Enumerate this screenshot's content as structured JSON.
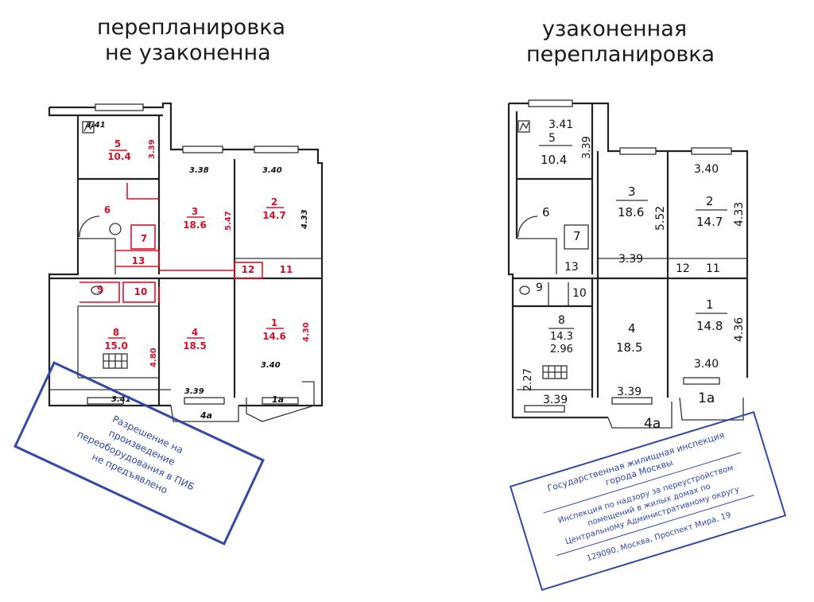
{
  "headings": {
    "left_line1": "перепланировка",
    "left_line2": "не узаконенна",
    "right_line1": "узаконенная",
    "right_line2": "перепланировка"
  },
  "left_plan": {
    "rooms": [
      {
        "num": "5",
        "area": "10.4"
      },
      {
        "num": "6",
        "area": ""
      },
      {
        "num": "7",
        "area": ""
      },
      {
        "num": "13",
        "area": ""
      },
      {
        "num": "3",
        "area": "18.6"
      },
      {
        "num": "2",
        "area": "14.7"
      },
      {
        "num": "12",
        "area": ""
      },
      {
        "num": "11",
        "area": ""
      },
      {
        "num": "9",
        "area": ""
      },
      {
        "num": "10",
        "area": ""
      },
      {
        "num": "8",
        "area": "15.0"
      },
      {
        "num": "4",
        "area": "18.5"
      },
      {
        "num": "1",
        "area": "14.6"
      }
    ],
    "red_dims": {
      "d1": "3.39",
      "d2": "5.47",
      "d3": "4.80",
      "d4": "4.30"
    },
    "black_dims": {
      "d1": "3.41",
      "d2": "3.38",
      "d3": "3.40",
      "d4": "4.33",
      "d5": "3.40",
      "d6": "3.41",
      "d7": "3.39"
    },
    "balconies": {
      "a": "4а",
      "b": "1а"
    },
    "stamp_lines": [
      "Разрешение на",
      "произведение",
      "переоборудования в ПИБ",
      "не предъявлено"
    ]
  },
  "right_plan": {
    "rooms": [
      {
        "num": "5",
        "area": "10.4"
      },
      {
        "num": "6",
        "area": ""
      },
      {
        "num": "7",
        "area": ""
      },
      {
        "num": "13",
        "area": ""
      },
      {
        "num": "3",
        "area": "18.6"
      },
      {
        "num": "2",
        "area": "14.7"
      },
      {
        "num": "12",
        "area": ""
      },
      {
        "num": "11",
        "area": ""
      },
      {
        "num": "9",
        "area": ""
      },
      {
        "num": "10",
        "area": ""
      },
      {
        "num": "8",
        "area": "14.3"
      },
      {
        "num": "4",
        "area": "18.5"
      },
      {
        "num": "1",
        "area": "14.8"
      }
    ],
    "dims": {
      "d1": "3.41",
      "d2": "3.39",
      "d3": "3.40",
      "d4": "5.52",
      "d5": "4.33",
      "d6": "3.39",
      "d7": "4.36",
      "d8": "3.40",
      "d9": "2.96",
      "d10": "2.27",
      "d11": "3.39",
      "d12": "3.39"
    },
    "balconies": {
      "a": "4а",
      "b": "1а"
    },
    "stamp_lines": [
      "Государственная жилищная инспекция",
      "города Москвы",
      "Инспекция по надзору за переустройством",
      "помещений в жилых домах по",
      "Центральному Административному округу",
      "129090, Москва, Проспект Мира, 19"
    ]
  },
  "colors": {
    "red": "#e0102a",
    "stamp": "#3348a8",
    "ink": "#111111"
  }
}
